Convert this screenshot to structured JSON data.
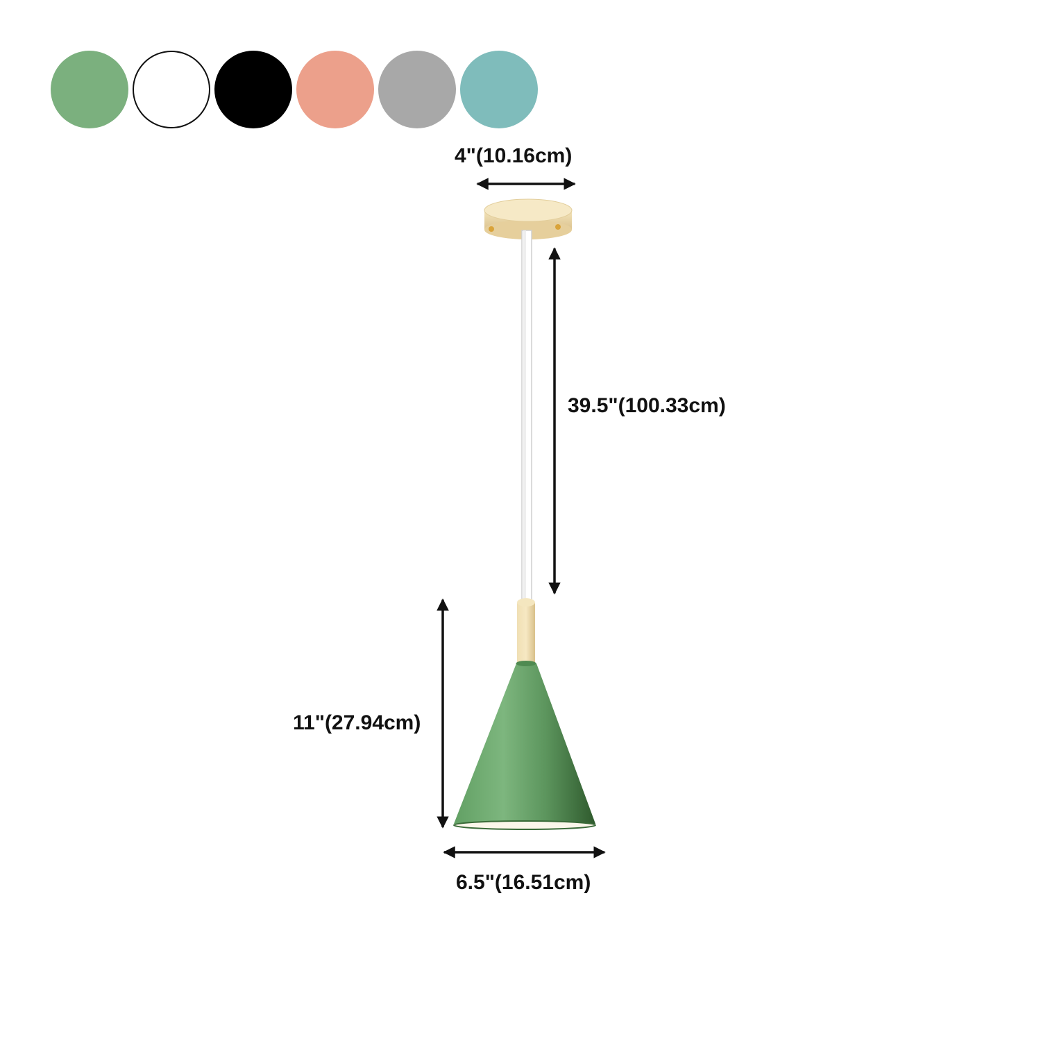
{
  "swatches": [
    {
      "name": "green",
      "color": "#7bb07e"
    },
    {
      "name": "white",
      "color": "#ffffff"
    },
    {
      "name": "black",
      "color": "#000000"
    },
    {
      "name": "pink",
      "color": "#eca08b"
    },
    {
      "name": "grey",
      "color": "#a8a8a8"
    },
    {
      "name": "teal",
      "color": "#7fbcbb"
    }
  ],
  "dimensions": {
    "canopy_width": "4\"(10.16cm)",
    "cord_length": "39.5\"(100.33cm)",
    "shade_height": "11\"(27.94cm)",
    "shade_width": "6.5\"(16.51cm)"
  },
  "colors": {
    "shade": "#6fa86f",
    "shade_dark": "#3f6e3c",
    "wood": "#ecd9a8",
    "cord": "#ffffff",
    "arrow": "#111111"
  }
}
